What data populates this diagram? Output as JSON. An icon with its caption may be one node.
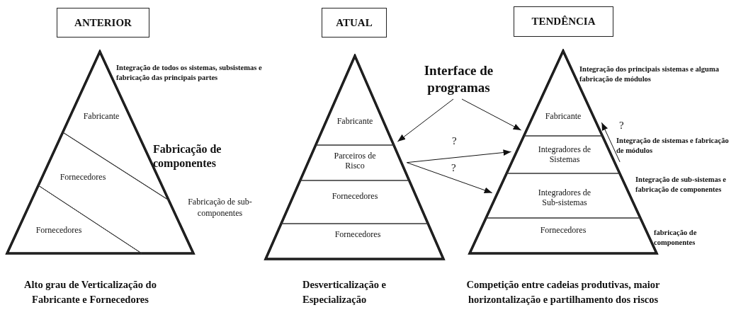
{
  "diagram": {
    "nodes": [
      {
        "text": [
          "ANTERIOR"
        ]
      },
      {
        "text": [],
        "shape": "triangle"
      },
      {
        "text": [
          "Fabricante"
        ],
        "in": 1,
        "beside": [
          "Integração de todos os sistemas, subsistemas e fabricação das principais partes"
        ]
      },
      {
        "text": [
          "Fornecedores"
        ],
        "in": 1,
        "beside": [
          "Fabricação de componentes"
        ]
      },
      {
        "text": [
          "Fornecedores"
        ],
        "in": 1
      },
      {
        "text": [
          "ATUAL"
        ]
      },
      {
        "text": [],
        "shape": "triangle"
      },
      {
        "text": [
          "Fabricante"
        ],
        "in": 6
      },
      {
        "text": [
          "Parceiros de Risco"
        ],
        "in": 6
      },
      {
        "text": [
          "Fornecedores"
        ],
        "in": 6
      },
      {
        "text": [
          "Fornecedores"
        ],
        "in": 6
      },
      {
        "text": [
          "Interface de programas"
        ]
      },
      {
        "text": [
          "TENDÊNCIA"
        ]
      },
      {
        "text": [],
        "shape": "triangle"
      },
      {
        "text": [
          "Fabricante"
        ],
        "in": 13,
        "beside": [
          "Integração dos principais sistemas e alguma fabricação de módulos"
        ]
      },
      {
        "text": [
          "Integradores de Sistemas"
        ],
        "in": 13,
        "beside": [
          "Integração de sistemas e fabricação de módulos"
        ]
      },
      {
        "text": [
          "Integradores de Sub-sistemas"
        ],
        "in": 13,
        "beside": [
          "Integração de sub-sistemas e fabricação de componentes"
        ]
      },
      {
        "text": [
          "Fornecedores"
        ],
        "in": 13,
        "beside": [
          "fabricação de componentes"
        ]
      }
    ],
    "edges": [
      {
        "from": 11,
        "to": 7,
        "arrow": "to"
      },
      {
        "from": 11,
        "to": 14,
        "arrow": "to"
      },
      {
        "from": 8,
        "to": 15,
        "arrow": "to",
        "label": "?"
      },
      {
        "from": 8,
        "to": 16,
        "arrow": "to",
        "label": "?"
      },
      {
        "from": 15,
        "to": 14,
        "arrow": "to",
        "label": "?"
      }
    ],
    "labels": [
      "Fabricação de sub-componentes",
      "Alto grau de Verticalização do Fabricante e Fornecedores",
      "Desverticalização e Especialização",
      "Competição entre cadeias produtivas, maior horizontalização e partilhamento dos riscos"
    ]
  }
}
